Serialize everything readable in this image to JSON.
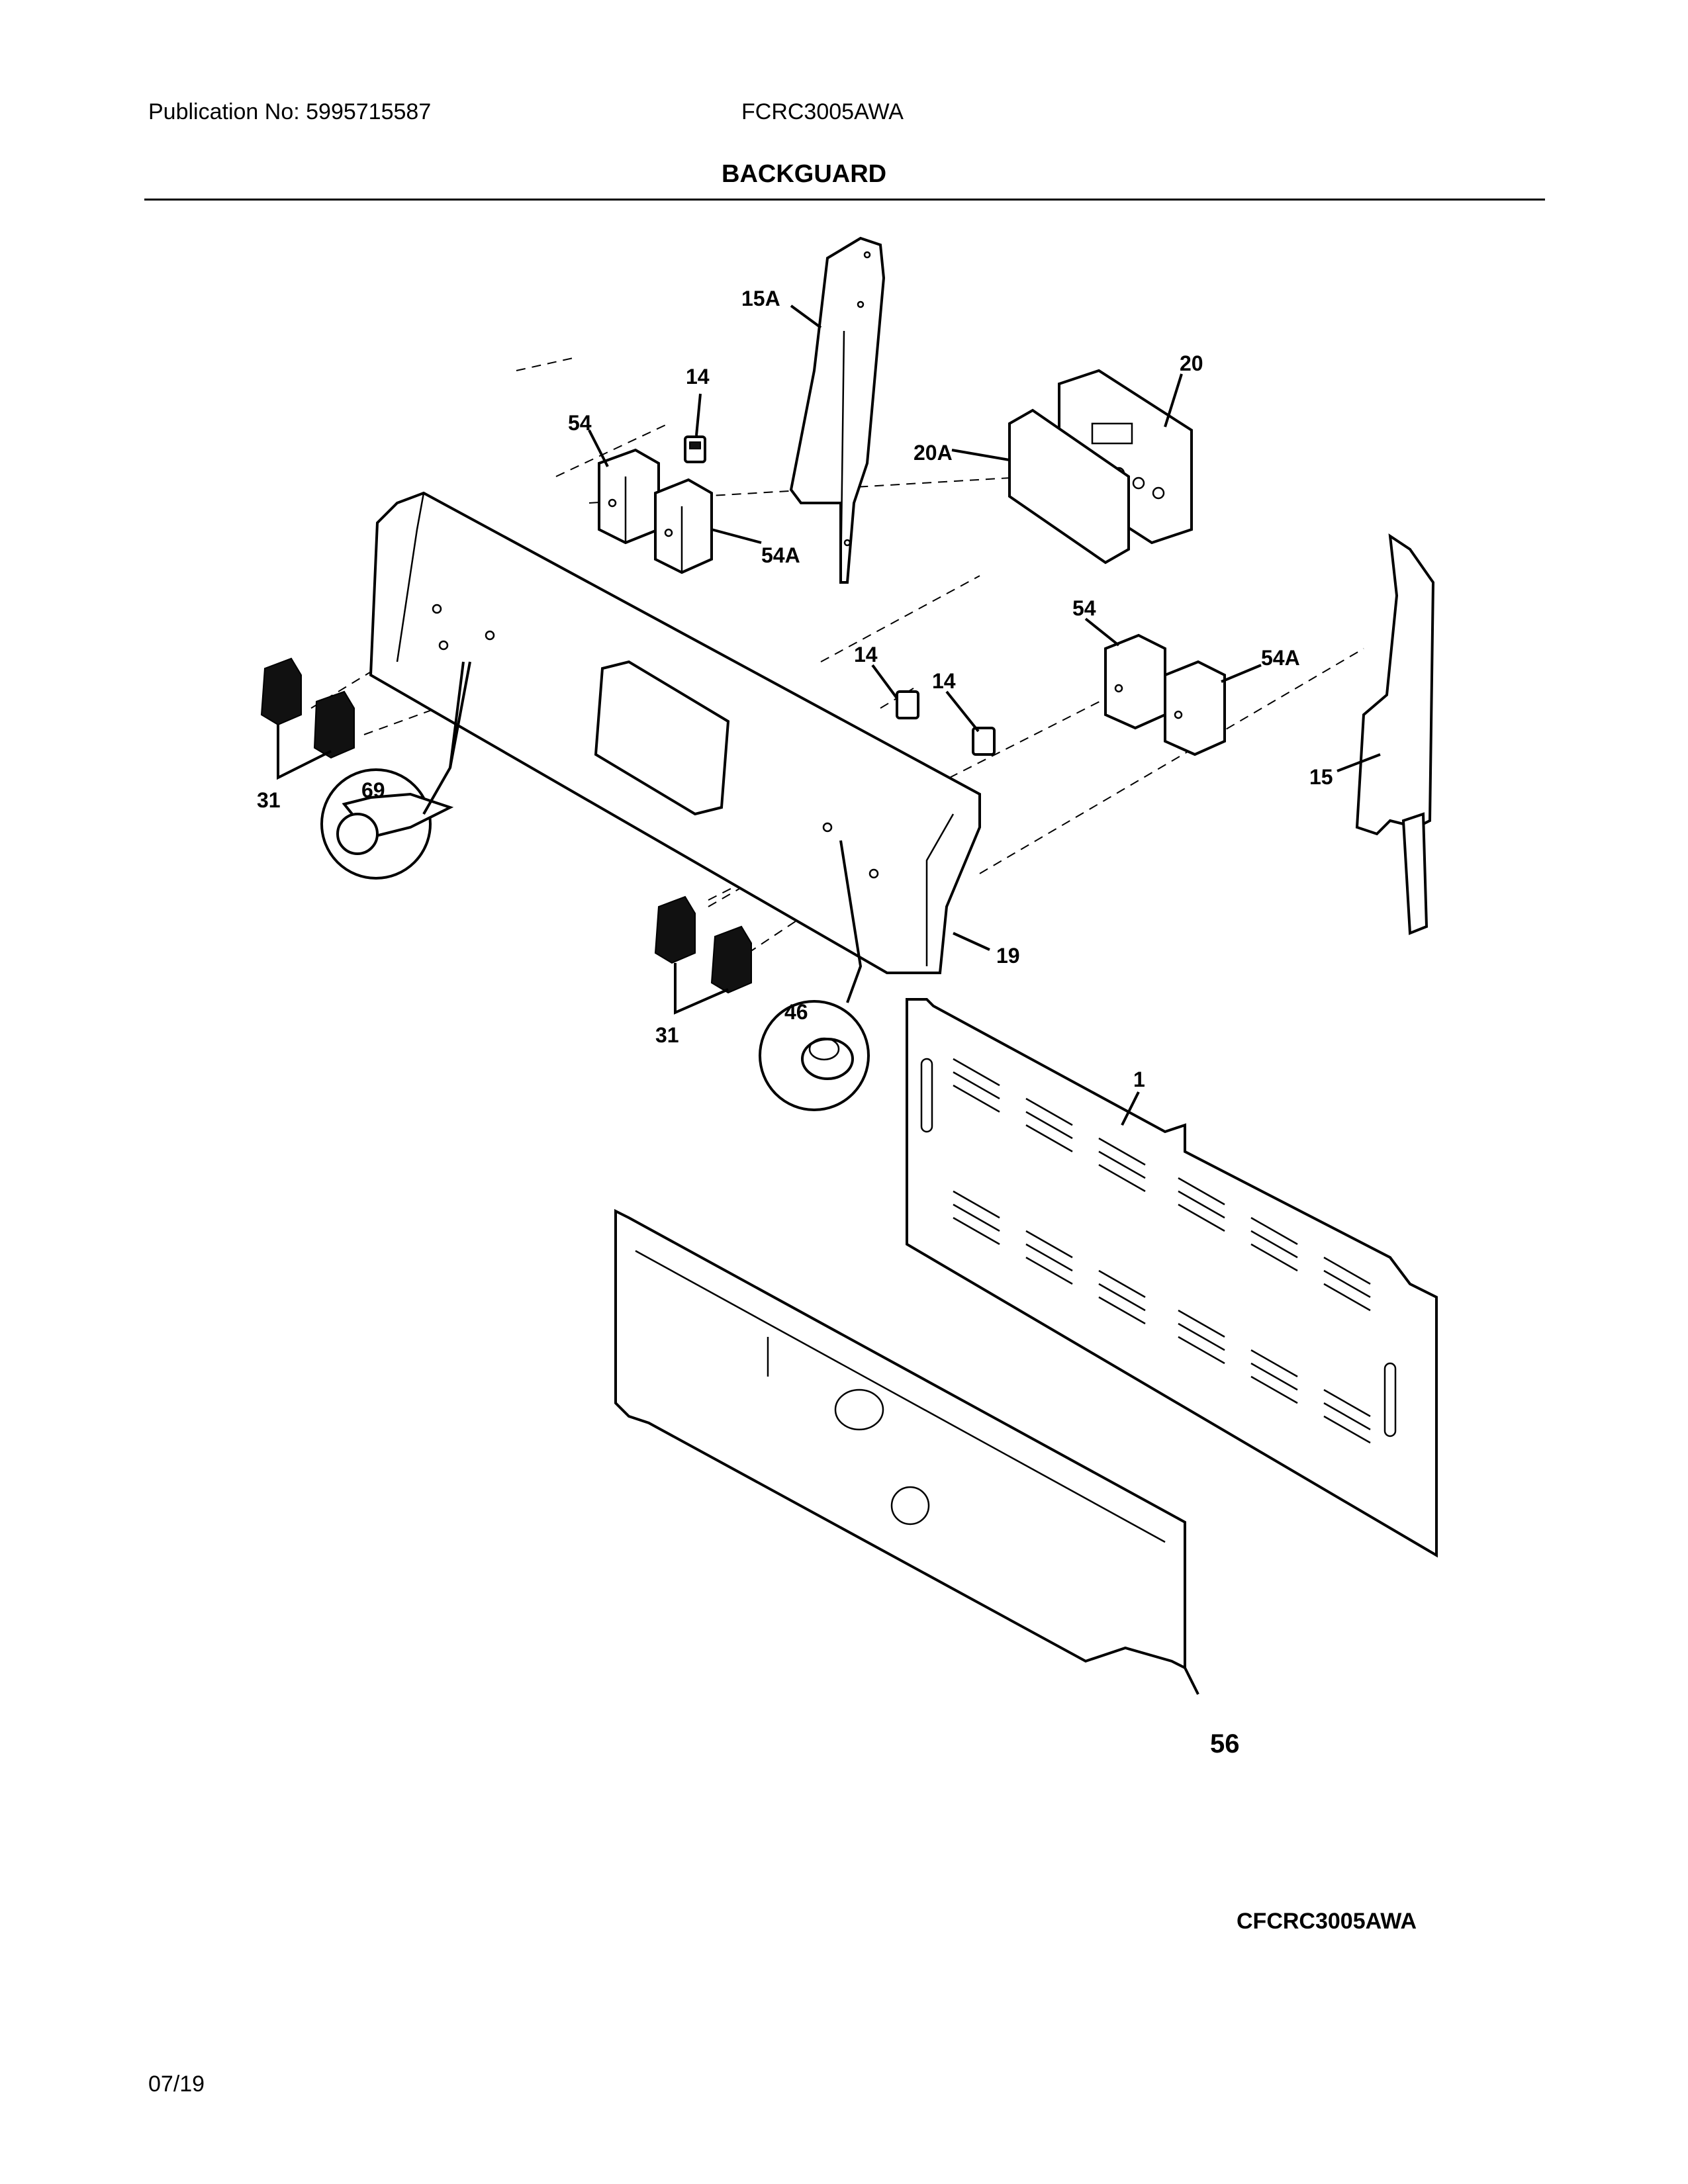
{
  "header": {
    "publication": "Publication No: 5995715587",
    "model": "FCRC3005AWA",
    "title": "BACKGUARD"
  },
  "footer": {
    "diagram_code": "CFCRC3005AWA",
    "date": "07/19"
  },
  "callouts": {
    "c15a": "15A",
    "c14a": "14",
    "c54a": "54",
    "c20": "20",
    "c20a": "20A",
    "c54aa": "54A",
    "c14b": "14",
    "c54b": "54",
    "c14c": "14",
    "c54ab": "54A",
    "c31a": "31",
    "c69": "69",
    "c15": "15",
    "c19": "19",
    "c46": "46",
    "c31b": "31",
    "c1": "1",
    "c56": "56"
  }
}
